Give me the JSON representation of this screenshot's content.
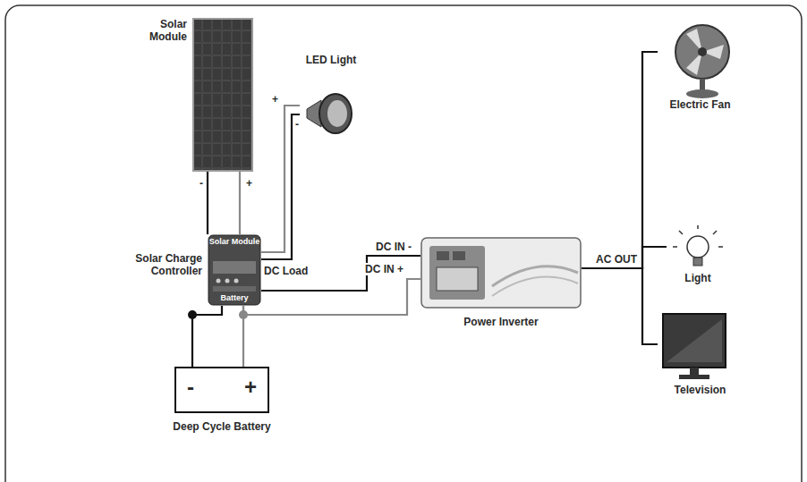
{
  "diagram": {
    "nodes": [
      {
        "text": [
          "Solar Module"
        ]
      },
      {
        "text": [
          "Solar Charge Controller",
          "Solar Module",
          "DC Load",
          "Battery"
        ]
      },
      {
        "text": [
          "LED Light"
        ]
      },
      {
        "text": [
          "Power Inverter"
        ]
      },
      {
        "text": [
          "-",
          "+",
          "Deep Cycle Battery"
        ]
      },
      {
        "text": [
          "Electric Fan"
        ]
      },
      {
        "text": [
          "Light"
        ]
      },
      {
        "text": [
          "Television"
        ]
      }
    ],
    "edges": [
      {
        "from": 0,
        "to": 1,
        "arrow": "none",
        "label": "-"
      },
      {
        "from": 0,
        "to": 1,
        "arrow": "none",
        "label": "+"
      },
      {
        "from": 1,
        "to": 2,
        "arrow": "none",
        "label": "+"
      },
      {
        "from": 1,
        "to": 2,
        "arrow": "none",
        "label": "-"
      },
      {
        "from": 1,
        "to": 4,
        "arrow": "none"
      },
      {
        "from": 1,
        "to": 4,
        "arrow": "none"
      },
      {
        "from": 1,
        "to": 3,
        "arrow": "none",
        "label": "DC IN -"
      },
      {
        "from": 1,
        "to": 3,
        "arrow": "none",
        "label": "DC IN +"
      },
      {
        "from": 3,
        "to": 5,
        "arrow": "none",
        "label": "AC OUT"
      },
      {
        "from": 3,
        "to": 6,
        "arrow": "none"
      },
      {
        "from": 3,
        "to": 7,
        "arrow": "none"
      }
    ]
  }
}
